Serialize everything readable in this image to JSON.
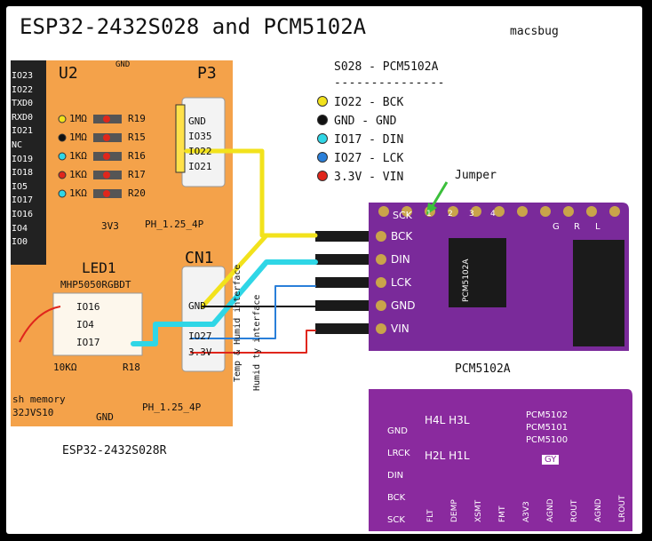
{
  "title": "ESP32-2432S028 and PCM5102A",
  "author": "macsbug",
  "mapping": {
    "header": "S028 - PCM5102A",
    "separator": "---------------",
    "rows": [
      {
        "text": "IO22 - BCK",
        "color": "#f2e21c"
      },
      {
        "text": "GND  - GND",
        "color": "#111111"
      },
      {
        "text": "IO17 - DIN",
        "color": "#2fd6e6"
      },
      {
        "text": "IO27 - LCK",
        "color": "#2a7fd9"
      },
      {
        "text": "3.3V - VIN",
        "color": "#e0261c"
      }
    ]
  },
  "jumper_label": "Jumper",
  "captions": {
    "esp_board": "ESP32-2432S028R",
    "dac_board": "PCM5102A"
  },
  "esp": {
    "u2": "U2",
    "p3": "P3",
    "cn1": "CN1",
    "led1": "LED1",
    "led_part": "MHP5050RGBDT",
    "v3v3": "3V3",
    "gnd_top": "GND",
    "gnd_bottom": "GND",
    "ph_top": "PH_1.25_4P",
    "ph_bottom": "PH_1.25_4P",
    "ten_k": "10KΩ",
    "r18": "R18",
    "flash": "sh memory",
    "jvs": "32JVS10",
    "left_pins": [
      "IO23",
      "IO22",
      "TXD0",
      "RXD0",
      "IO21",
      "NC",
      "IO19",
      "IO18",
      "IO5",
      "IO17",
      "IO16",
      "IO4",
      "IO0"
    ],
    "resistors": [
      {
        "value": "1MΩ",
        "ref": "R19"
      },
      {
        "value": "1MΩ",
        "ref": "R15"
      },
      {
        "value": "1KΩ",
        "ref": "R16"
      },
      {
        "value": "1KΩ",
        "ref": "R17"
      },
      {
        "value": "1KΩ",
        "ref": "R20"
      }
    ],
    "p3_pins": [
      "GND",
      "IO35",
      "IO22",
      "IO21"
    ],
    "cn1_pins": [
      "GND",
      "IO27",
      "3.3V"
    ],
    "led_pins": [
      "IO16",
      "IO4",
      "IO17"
    ],
    "cn1_side_a": "Temp & Humid interface",
    "cn1_side_b": "Humid ty interface"
  },
  "dac": {
    "top_pins": [
      "SCK",
      "1",
      "2",
      "3",
      "4"
    ],
    "side_pins": [
      "BCK",
      "DIN",
      "LCK",
      "GND",
      "VIN"
    ],
    "chip": "PCM5102A",
    "right_letters": [
      "G",
      "R",
      "L"
    ],
    "back_rows": [
      "H4L H3L",
      "H2L H1L"
    ],
    "back_left": [
      "GND",
      "LRCK",
      "DIN",
      "BCK",
      "SCK"
    ],
    "back_bottom": [
      "FLT",
      "DEMP",
      "XSMT",
      "FMT",
      "A3V3",
      "AGND",
      "ROUT",
      "AGND",
      "LROUT"
    ],
    "back_modes": [
      "PCM5102",
      "PCM5101",
      "PCM5100"
    ],
    "back_gy": "GY"
  }
}
